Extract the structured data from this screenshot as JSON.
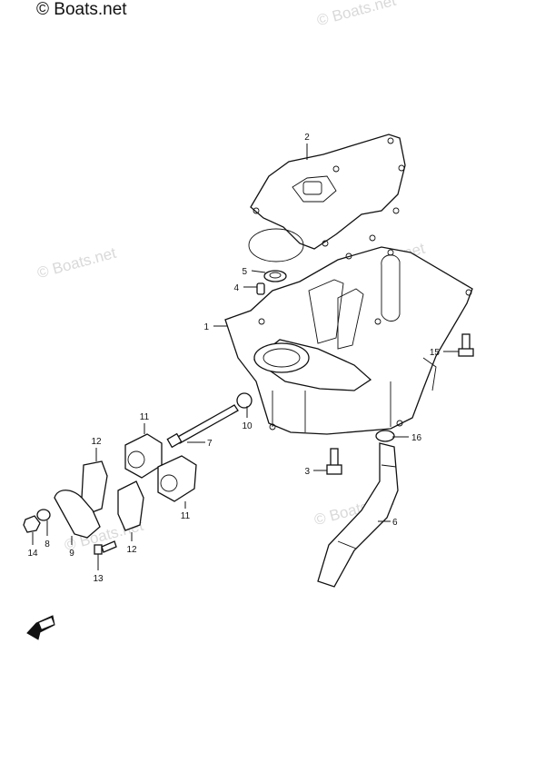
{
  "copyright": "© Boats.net",
  "watermark": "© Boats.net",
  "callouts": {
    "c1": "1",
    "c2": "2",
    "c3": "3",
    "c4": "4",
    "c5": "5",
    "c6": "6",
    "c7": "7",
    "c8": "8",
    "c9": "9",
    "c10": "10",
    "c11a": "11",
    "c11b": "11",
    "c12a": "12",
    "c12b": "12",
    "c13": "13",
    "c14": "14",
    "c15": "15",
    "c16": "16"
  }
}
